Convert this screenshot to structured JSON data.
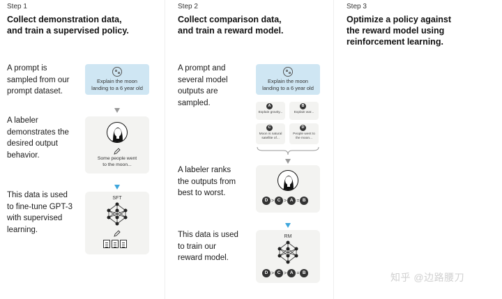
{
  "steps": [
    {
      "label": "Step 1",
      "title_line1": "Collect demonstration data,",
      "title_line2": "and train a supervised policy.",
      "desc1": [
        "A prompt is",
        "sampled from our",
        "prompt dataset."
      ],
      "desc2": [
        "A labeler",
        "demonstrates the",
        "desired output",
        "behavior."
      ],
      "desc3": [
        "This data is used",
        "to fine-tune GPT-3",
        "with supervised",
        "learning."
      ],
      "prompt_line1": "Explain the moon",
      "prompt_line2": "landing to a 6 year old",
      "output_line1": "Some people went",
      "output_line2": "to the moon...",
      "model_label": "SFT"
    },
    {
      "label": "Step 2",
      "title_line1": "Collect comparison data,",
      "title_line2": "and train a reward model.",
      "desc1": [
        "A prompt and",
        "several model",
        "outputs are",
        "sampled."
      ],
      "desc2": [
        "A labeler ranks",
        "the outputs from",
        "best to worst."
      ],
      "desc3": [
        "This data is used",
        "to train our",
        "reward model."
      ],
      "prompt_line1": "Explain the moon",
      "prompt_line2": "landing to a 6 year old",
      "outputs": [
        {
          "badge": "A",
          "line1": "Explain gravity...",
          "line2": ""
        },
        {
          "badge": "B",
          "line1": "Explain war...",
          "line2": ""
        },
        {
          "badge": "C",
          "line1": "Moon is natural",
          "line2": "satellite of..."
        },
        {
          "badge": "D",
          "line1": "People went to",
          "line2": "the moon..."
        }
      ],
      "ranking": [
        "D",
        ">",
        "C",
        ">",
        "A",
        "=",
        "B"
      ],
      "model_label": "RM"
    },
    {
      "label": "Step 3",
      "title_line1": "Optimize a policy against",
      "title_line2": "the reward model using",
      "title_line3": "reinforcement learning."
    }
  ],
  "watermark": "知乎 @边路腰刀",
  "colors": {
    "prompt_bg": "#cfe6f3",
    "card_bg": "#f3f3f1",
    "arrow_blue": "#3ea6dc",
    "arrow_gray": "#999999"
  }
}
